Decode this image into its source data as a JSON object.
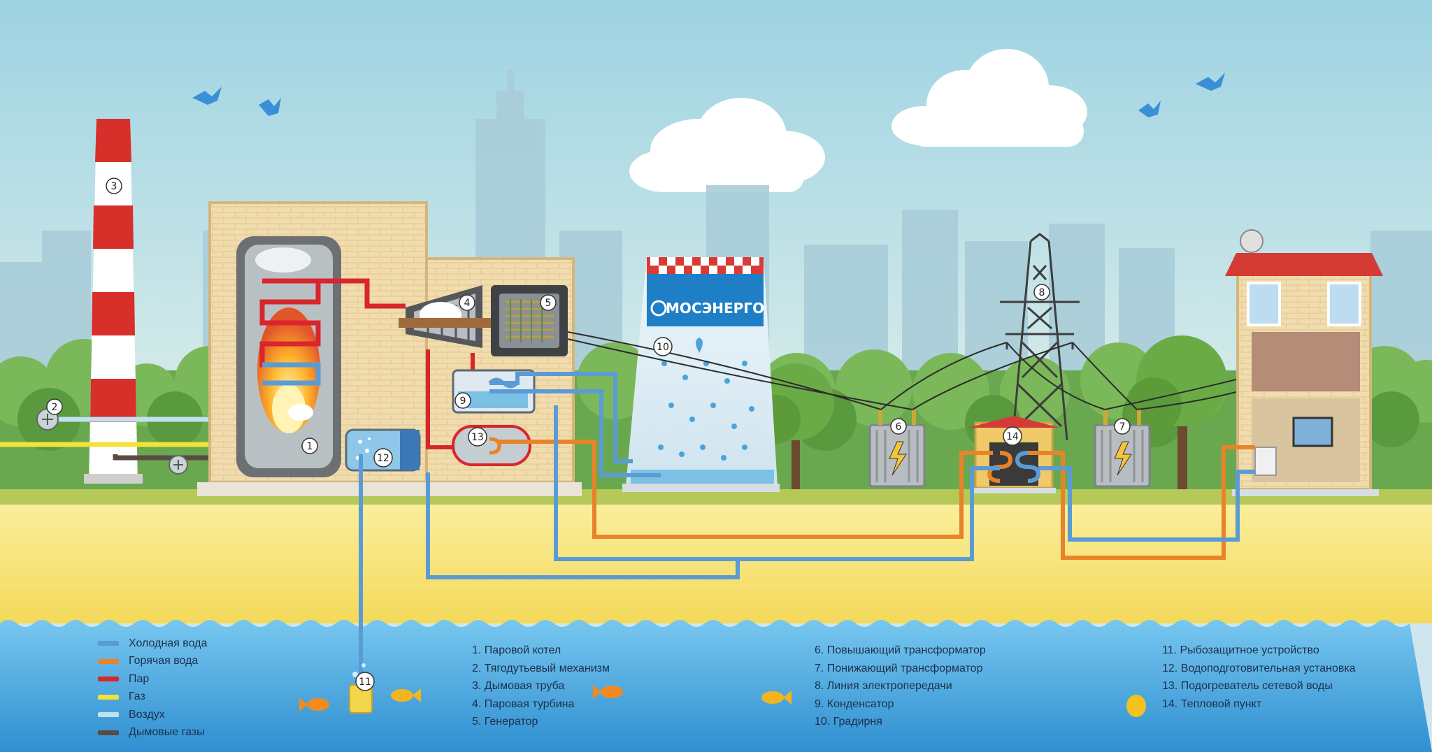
{
  "brand": "МОСЭНЕРГО",
  "markers": [
    "1",
    "2",
    "3",
    "4",
    "5",
    "6",
    "7",
    "8",
    "9",
    "10",
    "11",
    "12",
    "13",
    "14"
  ],
  "legend": [
    {
      "label": "Холодная вода",
      "color": "#5b9bd5"
    },
    {
      "label": "Горячая вода",
      "color": "#e8832a"
    },
    {
      "label": "Пар",
      "color": "#d8262c"
    },
    {
      "label": "Газ",
      "color": "#f4e23a"
    },
    {
      "label": "Воздух",
      "color": "#bfe2ee"
    },
    {
      "label": "Дымовые газы",
      "color": "#5a4a44"
    }
  ],
  "components": [
    {
      "label": "1. Паровой котел"
    },
    {
      "label": "2. Тягодутьевый механизм"
    },
    {
      "label": "3. Дымовая труба"
    },
    {
      "label": "4. Паровая турбина"
    },
    {
      "label": "5. Генератор"
    },
    {
      "label": "6. Повышающий трансформатор"
    },
    {
      "label": "7. Понижающий трансформатор"
    },
    {
      "label": "8. Линия электропередачи"
    },
    {
      "label": "9. Конденсатор"
    },
    {
      "label": "10. Градирня"
    },
    {
      "label": "11. Рыбозащитное устройство"
    },
    {
      "label": "12. Водоподготовительная установка"
    },
    {
      "label": "13. Подогреватель сетевой воды"
    },
    {
      "label": "14. Тепловой пункт"
    }
  ],
  "colors": {
    "cold_water": "#5b9bd5",
    "hot_water": "#e8832a",
    "steam": "#d8262c",
    "gas": "#f4e23a",
    "air": "#bfe2ee",
    "flue_gas": "#5a4a44",
    "sky": "#cfe6ee",
    "sand": "#f6e27a",
    "water": "#5fb3e6"
  }
}
